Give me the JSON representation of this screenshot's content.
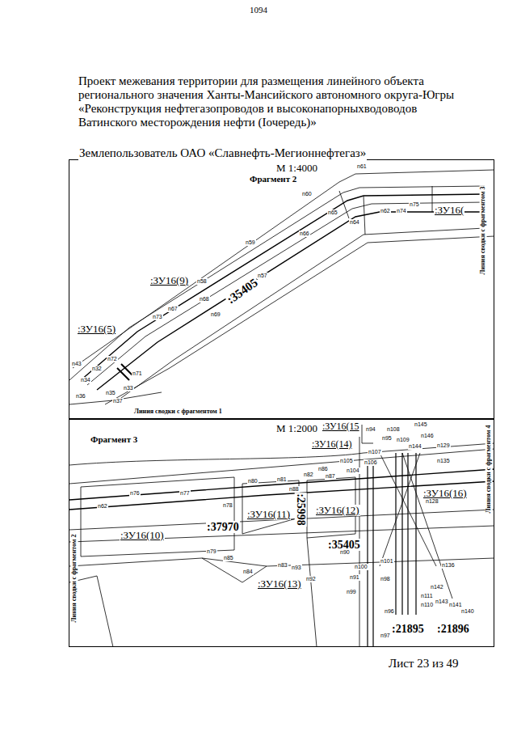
{
  "diagram": {
    "title": "Проект межевания территории для размещения линейного объекта регионального значения Ханты-Мансийского автономного округа-Югры «Реконструкция нефтегазопроводов и высоконапорныхводоводов Ватинского месторождения нефти (Iочередь)»",
    "nodes": [
      {
        "text": [
          "М 1:4000",
          "Фрагмент 2"
        ]
      },
      {
        "text": [
          "М 1:2000",
          "Фрагмент 3"
        ]
      }
    ],
    "labels": [
      "1094",
      "Землепользователь ОАО «Славнефть-Мегионнефтегаз»",
      "Лист 23 из 49",
      "n61",
      "n60",
      "n62",
      "n74",
      "n75",
      "n64",
      "n65",
      "n66",
      "n59",
      "n58",
      "n57",
      "n67",
      "n68",
      "n69",
      "n73",
      "n71",
      "n72",
      "n32",
      "n33",
      "n34",
      "n35",
      "n36",
      "n37",
      "n43",
      ":ЗУ16(9)",
      ":35405",
      ":ЗУ16(5)",
      ":ЗУ16(",
      "Линия сводки с фрагментом 3",
      "Линия сводки с фрагментом 1",
      ":ЗУ16(15",
      "n94",
      "n108",
      "n145",
      "n95",
      "n109",
      "n146",
      ":ЗУ16(14)",
      "n107",
      "n144",
      "n129",
      "n105",
      "n106",
      "n104",
      "n86",
      "n87",
      "n135",
      "n80",
      "n81",
      "n82",
      "n88",
      "n76",
      "n77",
      "n62",
      "n78",
      ":ЗУ16(16)",
      ":ЗУ16(11)",
      ":25998",
      ":ЗУ16(12)",
      ":ЗУ16(10)",
      ":37970",
      ":35405",
      "n79",
      "n128",
      "n85",
      "n83",
      "n93",
      "n90",
      "n84",
      ":ЗУ16(13)",
      "n92",
      "n100",
      "n101",
      "n136",
      "n91",
      "n98",
      "n99",
      "n111",
      "n142",
      "n110",
      "n143",
      "n141",
      "n140",
      "n96",
      "n97",
      ":21895",
      ":21896",
      "Линия сводки с фрагментом 2",
      "Линия сводки с фрагментом 4"
    ]
  }
}
